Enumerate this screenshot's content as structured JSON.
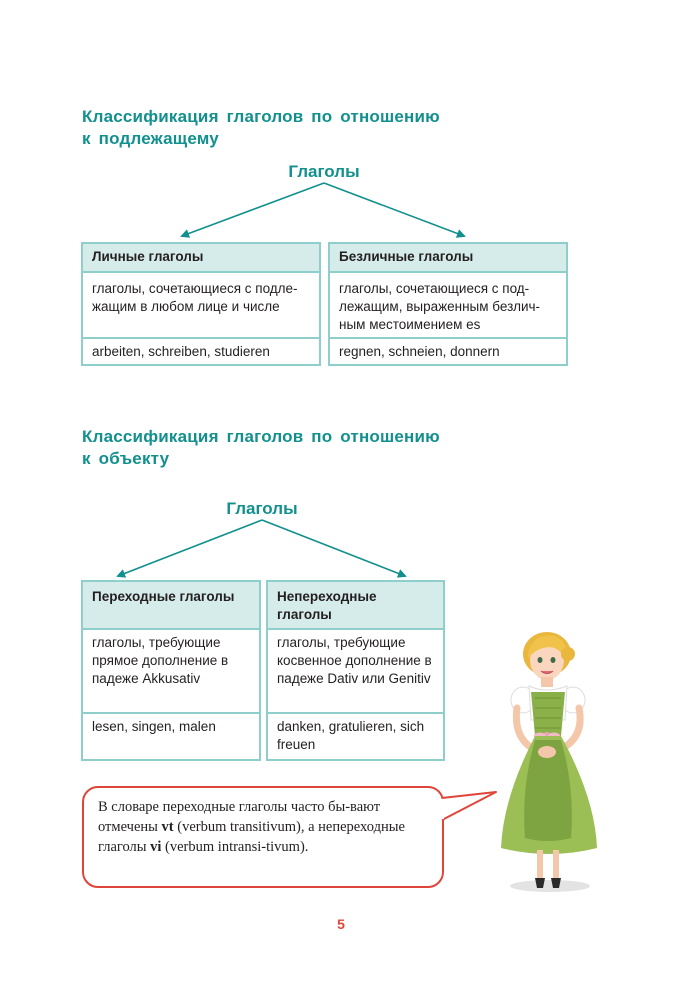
{
  "section1": {
    "title_line1": "Классификация глаголов по отношению",
    "title_line2": "к подлежащему",
    "root": "Глаголы",
    "left": {
      "header": "Личные глаголы",
      "description": "глаголы, сочетающиеся с подле-жащим в любом лице и числе",
      "examples": "arbeiten, schreiben, studieren"
    },
    "right": {
      "header": "Безличные глаголы",
      "description": "глаголы, сочетающиеся с под-лежащим, выраженным безлич-ным местоимением es",
      "examples": "regnen, schneien, donnern"
    }
  },
  "section2": {
    "title_line1": "Классификация глаголов по отношению",
    "title_line2": "к объекту",
    "root": "Глаголы",
    "left": {
      "header": "Переходные глаголы",
      "description": "глаголы, требующие прямое дополнение в падеже Akkusativ",
      "examples": "lesen, singen, malen"
    },
    "right": {
      "header": "Непереходные глаголы",
      "description": "глаголы, требующие косвенное дополнение в падеже Dativ или Genitiv",
      "examples": "danken, gratulieren, sich freuen"
    }
  },
  "note": {
    "part1": "В словаре переходные глаголы часто бы-вают отмечены ",
    "vt": "vt",
    "part2": " (verbum transitivum), а непереходные глаголы ",
    "vi": "vi",
    "part3": " (verbum intransi-tivum)."
  },
  "page_number": "5",
  "colors": {
    "teal": "#12908e",
    "table_border": "#8fcfcb",
    "table_header": "#d6ecea",
    "bubble_border": "#e0453a",
    "page_number": "#e0453a"
  }
}
